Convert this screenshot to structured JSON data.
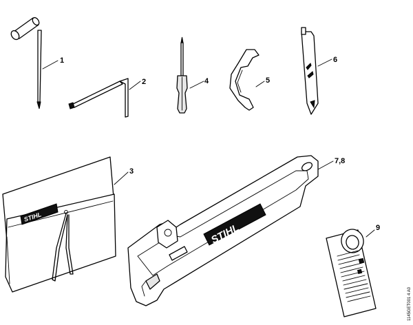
{
  "callouts": {
    "c1": "1",
    "c2": "2",
    "c3": "3",
    "c4": "4",
    "c5": "5",
    "c6": "6",
    "c78": "7,8",
    "c9": "9"
  },
  "logo_text": "STIHL",
  "drawing_ref": "1145GET001 4 A0"
}
